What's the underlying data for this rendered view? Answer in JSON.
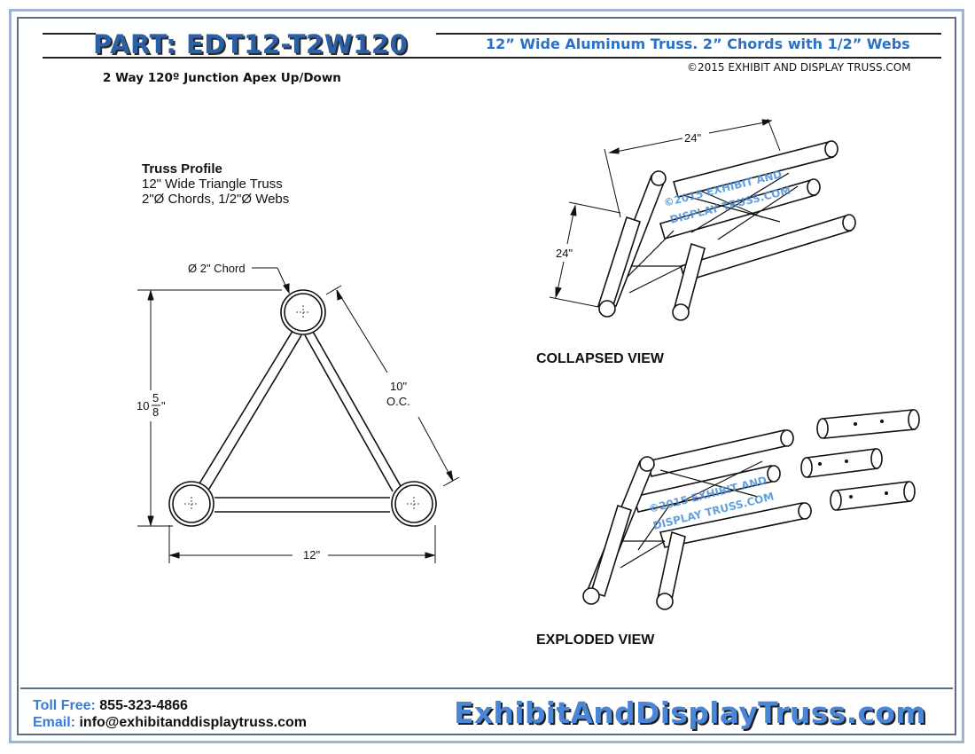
{
  "header": {
    "part": "PART: EDT12-T2W120",
    "subtitle": "12” Wide Aluminum Truss. 2” Chords with 1/2” Webs",
    "copyright": "©2015 EXHIBIT AND DISPLAY TRUSS.COM",
    "junction": "2 Way 120º Junction Apex Up/Down"
  },
  "profile": {
    "heading": "Truss Profile",
    "line1": "12\" Wide Triangle Truss",
    "line2": "2\"Ø Chords, 1/2\"Ø Webs"
  },
  "dimensions": {
    "chord": "Ø  2\" Chord",
    "height_whole": "10",
    "height_num": "5",
    "height_den": "8",
    "height_unit": "\"",
    "oc_value": "10\"",
    "oc_label": "O.C.",
    "width": "12\"",
    "collapsed_length": "24\"",
    "collapsed_height": "24\""
  },
  "views": {
    "collapsed": "COLLAPSED VIEW",
    "exploded": "EXPLODED VIEW"
  },
  "watermark": {
    "line1": "©2015 EXHIBIT AND",
    "line2": "DISPLAY TRUSS.COM"
  },
  "footer": {
    "toll_label": "Toll Free:",
    "toll_value": "855-323-4866",
    "email_label": "Email:",
    "email_value": "info@exhibitanddisplaytruss.com",
    "website": "ExhibitAndDisplayTruss.com"
  },
  "colors": {
    "brand_blue": "#2b5fa6",
    "accent_blue": "#3a7bd5",
    "frame": "#9fb4cf"
  }
}
